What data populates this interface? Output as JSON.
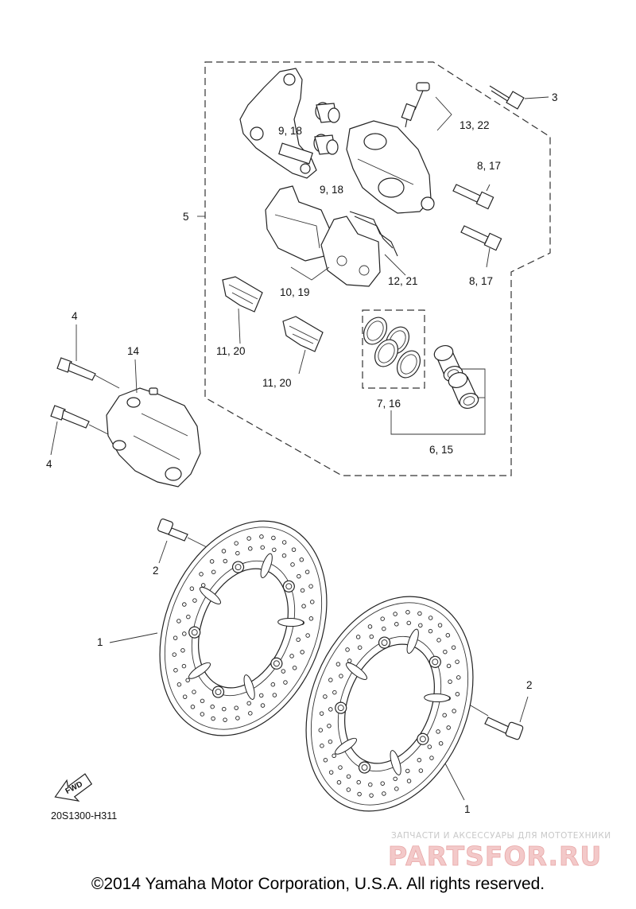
{
  "labels": {
    "l3": "3",
    "l5": "5",
    "l9a": "9, 18",
    "l9b": "9, 18",
    "l13": "13, 22",
    "l8a": "8, 17",
    "l8b": "8, 17",
    "l10": "10, 19",
    "l12": "12, 21",
    "l11a": "11, 20",
    "l11b": "11, 20",
    "l7": "7, 16",
    "l6": "6, 15",
    "l4a": "4",
    "l4b": "4",
    "l14": "14",
    "l2a": "2",
    "l2b": "2",
    "l1a": "1",
    "l1b": "1"
  },
  "fwd_text": "FWD",
  "diagram_code": "20S1300-H311",
  "watermark": {
    "subtitle": "ЗАПЧАСТИ И АКСЕССУАРЫ ДЛЯ МОТОТЕХНИКИ",
    "brand": "PARTSFOR.RU"
  },
  "copyright": "©2014 Yamaha Motor Corporation, U.S.A. All rights reserved."
}
